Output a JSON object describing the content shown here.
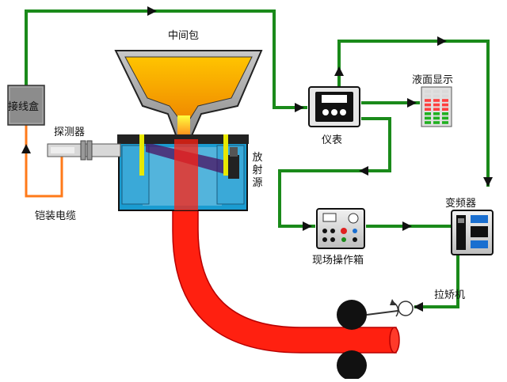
{
  "labels": {
    "junction_box": "接线盒",
    "tundish": "中间包",
    "detector": "探测器",
    "armored_cable": "铠装电缆",
    "radioactive_source": "放射源",
    "instrument": "仪表",
    "level_display": "液面显示",
    "field_box": "现场操作箱",
    "inverter": "变频器",
    "straightener": "拉矫机"
  },
  "colors": {
    "signal_line": "#1a8a1a",
    "cable": "#ff7a1a",
    "molten_steel": "#f5a000",
    "strand": "#ff1a1a",
    "mold": "#1a9bd0"
  }
}
